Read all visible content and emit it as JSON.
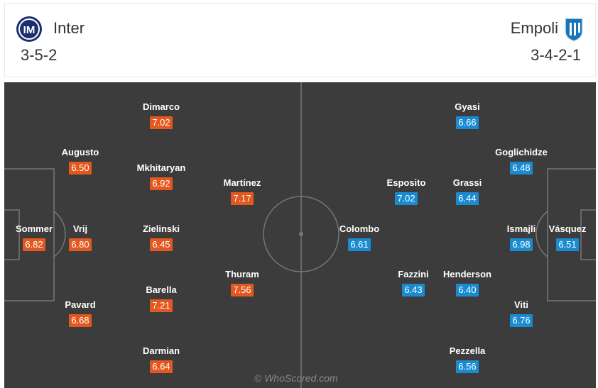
{
  "home": {
    "name": "Inter",
    "formation": "3-5-2",
    "color": "#e3581e",
    "logo": "inter-crest-icon"
  },
  "away": {
    "name": "Empoli",
    "formation": "3-4-2-1",
    "color": "#1a8bd1",
    "logo": "empoli-crest-icon"
  },
  "players": {
    "sommer": {
      "name": "Sommer",
      "rating": "6.82"
    },
    "vrij": {
      "name": "Vrij",
      "rating": "6.80"
    },
    "augusto": {
      "name": "Augusto",
      "rating": "6.50"
    },
    "pavard": {
      "name": "Pavard",
      "rating": "6.68"
    },
    "dimarco": {
      "name": "Dimarco",
      "rating": "7.02"
    },
    "mkhitaryan": {
      "name": "Mkhitaryan",
      "rating": "6.92"
    },
    "zielinski": {
      "name": "Zielinski",
      "rating": "6.45"
    },
    "barella": {
      "name": "Barella",
      "rating": "7.21"
    },
    "darmian": {
      "name": "Darmian",
      "rating": "6.64"
    },
    "martinez": {
      "name": "Martínez",
      "rating": "7.17"
    },
    "thuram": {
      "name": "Thuram",
      "rating": "7.56"
    },
    "gyasi": {
      "name": "Gyasi",
      "rating": "6.66"
    },
    "goglichidze": {
      "name": "Goglichidze",
      "rating": "6.48"
    },
    "esposito": {
      "name": "Esposito",
      "rating": "7.02"
    },
    "grassi": {
      "name": "Grassi",
      "rating": "6.44"
    },
    "colombo": {
      "name": "Colombo",
      "rating": "6.61"
    },
    "ismajli": {
      "name": "Ismajli",
      "rating": "6.98"
    },
    "vasquez": {
      "name": "Vásquez",
      "rating": "6.51"
    },
    "fazzini": {
      "name": "Fazzini",
      "rating": "6.43"
    },
    "henderson": {
      "name": "Henderson",
      "rating": "6.40"
    },
    "viti": {
      "name": "Viti",
      "rating": "6.76"
    },
    "pezzella": {
      "name": "Pezzella",
      "rating": "6.56"
    }
  },
  "watermark": "© WhoScored.com"
}
